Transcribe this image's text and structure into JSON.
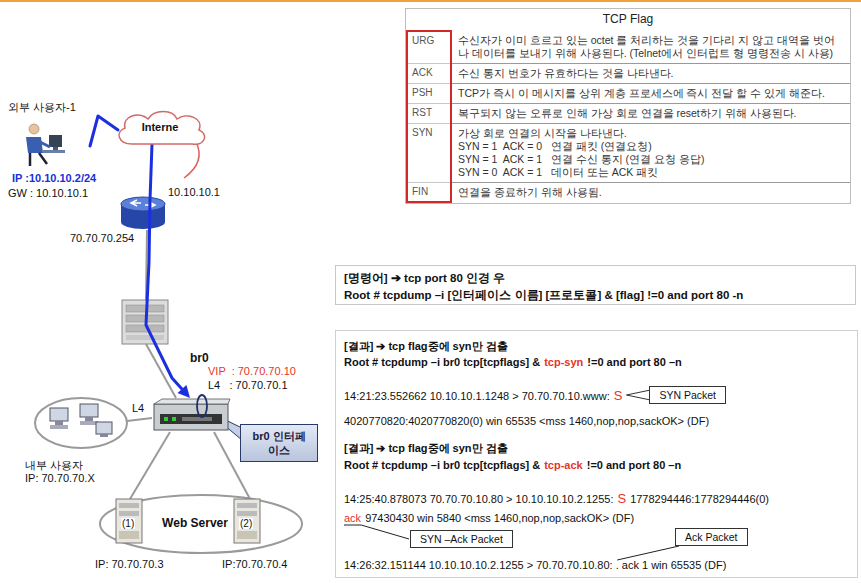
{
  "diagram": {
    "nodes": [
      {
        "text": [
          "외부 사용자-1"
        ]
      },
      {
        "text": [
          "Interne"
        ]
      },
      {
        "text": [
          "L4"
        ]
      },
      {
        "text": [
          "br0 인터페이스"
        ]
      },
      {
        "text": [
          "Web Server"
        ]
      },
      {
        "text": [
          "TCP Flag"
        ]
      },
      {
        "text": [
          "[명령어] ➔ tcp port 80 인경 우",
          "Root # tcpdump –i [인터페이스 이름] [프로토콜] & [flag] !=0 and port 80 -n"
        ]
      },
      {
        "text": [
          "[결과] ➔ tcp flag중에 syn만 검출",
          "Root # tcpdump –i br0 tcp[tcpflags] &",
          "tcp-syn",
          "!=0 and port 80 –n",
          "14:21:23.552662 10.10.10.1.1248 > 70.70.70.10.www:",
          "S",
          "4020770820:4020770820(0) win 65535 <mss 1460,nop,nop,sackOK> (DF)",
          "[결과] ➔ tcp flag중에 syn만 검출",
          "Root # tcpdump –i br0 tcp[tcpflags] &",
          "tcp-ack",
          "!=0 and port 80 –n",
          "14:25:40.878073 70.70.70.10.80 > 10.10.10.10.2.1255:",
          "S",
          "1778294446:1778294446(0)",
          "ack",
          "97430430 win 5840 <mss 1460,nop,nop,sackOK> (DF)",
          "14:26:32.151144 10.10.10.10.2.1255 > 70.70.70.10.80: . ack 1 win 65535 (DF)"
        ]
      },
      {
        "text": [
          "SYN Packet"
        ],
        "in": 7
      },
      {
        "text": [
          "SYN –Ack Packet"
        ],
        "in": 7
      },
      {
        "text": [
          "Ack Packet"
        ],
        "in": 7
      }
    ],
    "edges": [
      {
        "from": 0,
        "to": 1,
        "arrow": "none"
      },
      {
        "from": 1,
        "to": 2,
        "arrow": "to"
      }
    ],
    "labels": [
      "IP :10.10.10.2/24",
      "GW : 10.10.10.1",
      "10.10.10.1",
      "70.70.70.254",
      "br0",
      "VIP  : 70.70.70.10",
      "L4   : 70.70.70.1",
      "내부 사용자",
      "IP: 70.70.70.X",
      "(1)",
      "(2)",
      "IP: 70.70.70.3",
      "IP:70.70.70.4",
      "URG",
      "수신자가 이미 흐르고 있는 octet 를 처리하는 것을 기다리 지 않고 대역을 벗어나 데이터를 보내기 위해 사용된다. (Telnet에서 인터럽트 형 명령전송 시 사용)",
      "ACK",
      "수신 통지 번호가 유효하다는 것을 나타낸다.",
      "PSH",
      "TCP가 즉시 이 메시지를 상위 계층 프로세스에 즉시 전달 할 수 있게 해준다.",
      "RST",
      "복구되지 않는 오류로 인해 가상 회로 연결을 reset하기 위해 사용된다.",
      "SYN",
      "가상 회로 연결의 시작을 나타낸다.",
      "SYN = 1  ACK = 0   연결 패킷 (연결요청)",
      "SYN = 1  ACK = 1   연결 수신 통지 (연결 요청 응답)",
      "SYN = 0  ACK = 1   데이터 또는 ACK 패킷",
      "FIN",
      "연결을 종료하기 위해 사용됨."
    ]
  }
}
